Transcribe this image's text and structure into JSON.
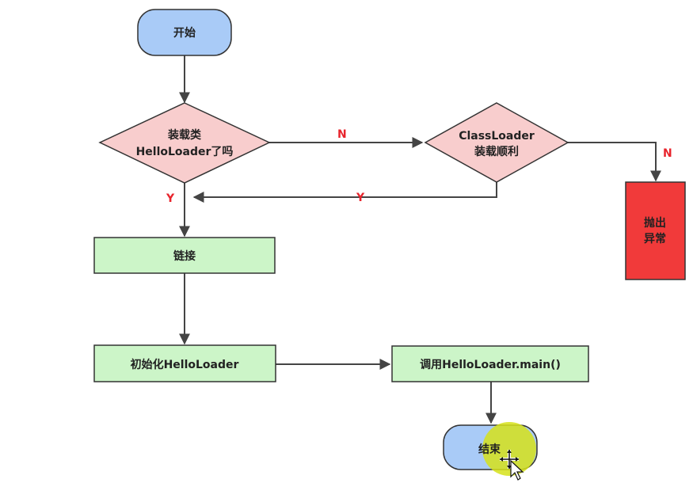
{
  "colors": {
    "terminal_fill": "#a9cbf7",
    "decision_fill": "#f8cdcd",
    "process_fill": "#ccf5c8",
    "error_fill": "#f13a3a",
    "label_color": "#e8242c",
    "line_color": "#444444",
    "highlight": "#d6e21a"
  },
  "nodes": {
    "start": "开始",
    "decision_loaded_line1": "装载类",
    "decision_loaded_line2": "HelloLoader了吗",
    "decision_classloader_line1": "ClassLoader",
    "decision_classloader_line2": "装载顺利",
    "throw_line1": "抛出",
    "throw_line2": "异常",
    "link": "链接",
    "init": "初始化HelloLoader",
    "call_main": "调用HelloLoader.main()",
    "end": "结束"
  },
  "edge_labels": {
    "n_to_classloader": "N",
    "n_to_exception": "N",
    "y_back": "Y",
    "y_down": "Y"
  },
  "icons": {
    "cursor": "move-cursor-icon"
  }
}
